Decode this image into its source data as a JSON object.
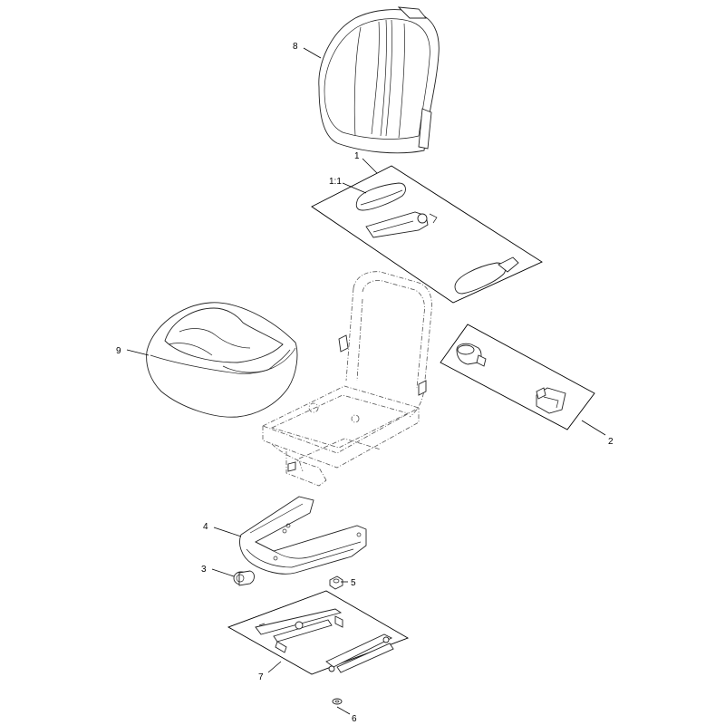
{
  "callouts": {
    "part_1": "1",
    "part_1_1": "1:1",
    "part_2": "2",
    "part_3": "3",
    "part_4": "4",
    "part_5": "5",
    "part_6": "6",
    "part_7": "7",
    "part_8": "8",
    "part_9": "9"
  },
  "colors": {
    "line": "#222222",
    "frame_dashed": "#555555",
    "background": "#ffffff"
  }
}
